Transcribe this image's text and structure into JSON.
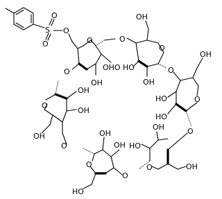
{
  "molecule": {
    "atom_labels": {
      "sulfur": "S",
      "oxygen": "O",
      "hydroxyl": "OH",
      "hydroxyl_left": "HO",
      "hydroxyl_pair": "OHO"
    }
  }
}
